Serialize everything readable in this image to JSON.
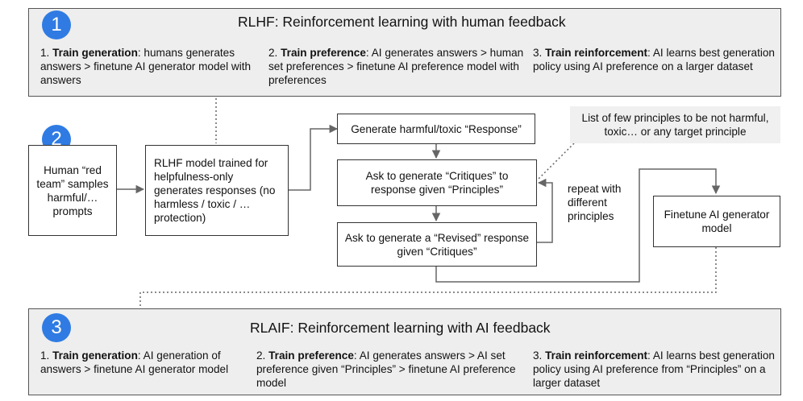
{
  "rlhf": {
    "badge": "1",
    "title": "RLHF: Reinforcement learning with human feedback",
    "steps": [
      {
        "bold": "Train generation",
        "prefix": "1. ",
        "text": ": humans generates answers > finetune AI generator model with answers"
      },
      {
        "bold": "Train preference",
        "prefix": "2. ",
        "text": ": AI generates answers > human set preferences > finetune AI preference model with preferences"
      },
      {
        "bold": "Train reinforcement",
        "prefix": "3. ",
        "text": ": AI learns best generation policy using AI preference on a larger dataset"
      }
    ]
  },
  "middle": {
    "badge": "2",
    "red_team": "Human “red team” samples harmful/… prompts",
    "rlhf_model": "RLHF model trained for helpfulness-only generates responses (no harmless / toxic / … protection)",
    "generate": "Generate harmful/toxic “Response”",
    "critique": "Ask to generate “Critiques” to response given “Principles”",
    "revise": "Ask to generate a “Revised” response given  “Critiques”",
    "principles_note": "List of few principles to be not harmful, toxic… or any target principle",
    "repeat_label": "repeat with different principles",
    "finetune": "Finetune AI generator model"
  },
  "rlaif": {
    "badge": "3",
    "title": "RLAIF: Reinforcement learning with AI feedback",
    "steps": [
      {
        "bold": "Train generation",
        "prefix": "1. ",
        "text": ": AI generation of answers > finetune AI generator model"
      },
      {
        "bold": "Train preference",
        "prefix": "2. ",
        "text": ": AI generates answers > AI set preference given “Principles” > finetune AI preference model"
      },
      {
        "bold": "Train reinforcement",
        "prefix": "3. ",
        "text": ": AI learns best generation policy using AI preference from “Principles” on a larger dataset"
      }
    ]
  },
  "colors": {
    "badge": "#2f7be3",
    "panel": "#eeeeee",
    "line": "#555555"
  }
}
